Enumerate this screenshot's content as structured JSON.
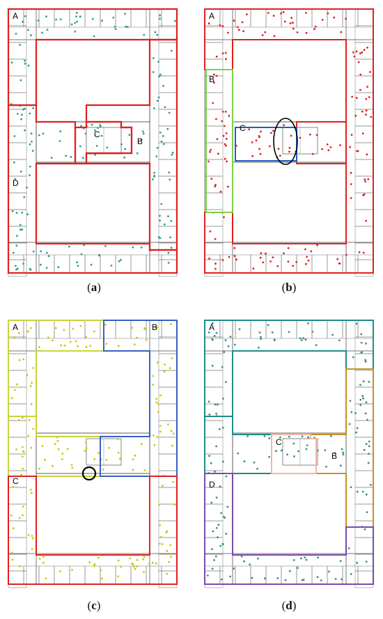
{
  "panels": [
    {
      "id": "a",
      "caption_open": "(",
      "caption_letter": "a",
      "caption_close": ")",
      "dot_color": "#2e9e8a",
      "zones": [
        {
          "label": "A",
          "color": "#e02020"
        },
        {
          "label": "B",
          "color": "#e02020"
        },
        {
          "label": "C",
          "color": "#e02020"
        },
        {
          "label": "D",
          "color": "#e02020"
        }
      ]
    },
    {
      "id": "b",
      "caption_open": "(",
      "caption_letter": "b",
      "caption_close": ")",
      "dot_color": "#e02020",
      "zones": [
        {
          "label": "A",
          "color": "#e02020"
        },
        {
          "label": "B",
          "color": "#7ed14a"
        },
        {
          "label": "C",
          "color": "#1f5fc4"
        }
      ],
      "highlight": "ellipse"
    },
    {
      "id": "c",
      "caption_open": "(",
      "caption_letter": "c",
      "caption_close": ")",
      "dot_color": "#c8c800",
      "zones": [
        {
          "label": "A",
          "color": "#c8d43a"
        },
        {
          "label": "B",
          "color": "#3a5fc4"
        },
        {
          "label": "C",
          "color": "#e02020"
        }
      ],
      "highlight": "circle"
    },
    {
      "id": "d",
      "caption_open": "(",
      "caption_letter": "d",
      "caption_close": ")",
      "dot_color": "#3d8a8a",
      "zones": [
        {
          "label": "A",
          "color": "#1f8a8a"
        },
        {
          "label": "B",
          "color": "#c89020"
        },
        {
          "label": "C",
          "color": "#f0b8a0"
        },
        {
          "label": "D",
          "color": "#7a4aaa"
        }
      ]
    }
  ]
}
